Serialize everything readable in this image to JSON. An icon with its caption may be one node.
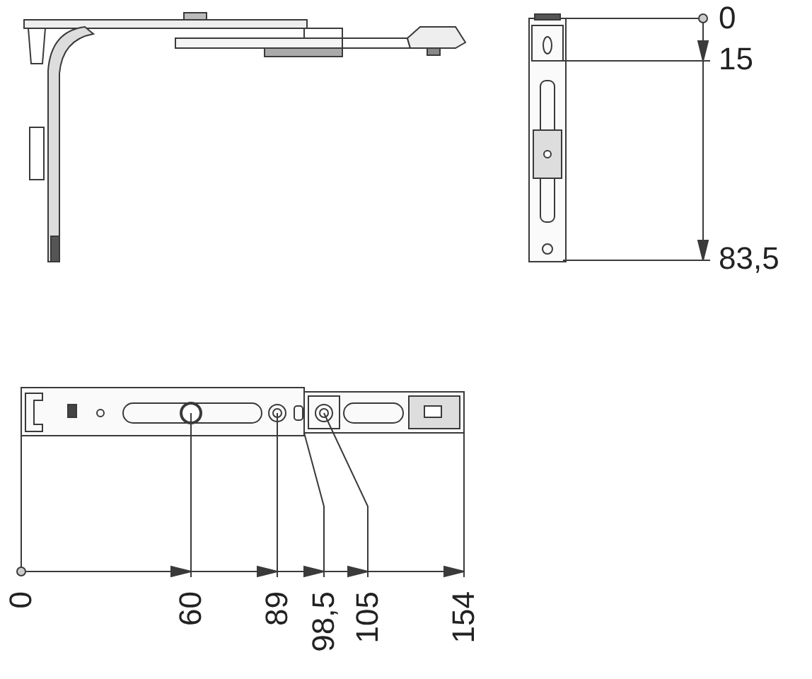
{
  "diagram": {
    "labels": [
      "0",
      "15",
      "83,5",
      "0",
      "60",
      "89",
      "98,5",
      "105",
      "154"
    ]
  }
}
